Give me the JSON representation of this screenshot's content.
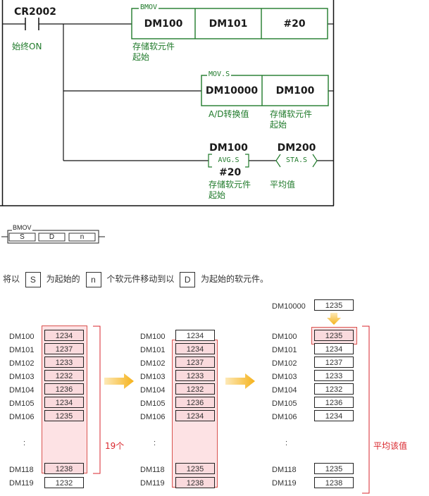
{
  "ladder": {
    "contact": "CR2002",
    "contact_note": "始终ON",
    "bmov": {
      "name": "BMOV",
      "operands": [
        "DM100",
        "DM101",
        "#20"
      ],
      "note_lines": [
        "存储软元件",
        "起始"
      ]
    },
    "movs": {
      "name": "MOV.S",
      "operands": [
        "DM10000",
        "DM100"
      ],
      "note_left": "A/D转换值",
      "note_right_lines": [
        "存储软元件",
        "起始"
      ]
    },
    "avg": {
      "name": "AVG.S",
      "operand": "DM100",
      "count": "#20",
      "note_lines": [
        "存储软元件",
        "起始"
      ]
    },
    "sta": {
      "name": "STA.S",
      "operand": "DM200",
      "note": "平均值"
    }
  },
  "symbol": {
    "name": "BMOV",
    "args": [
      "S",
      "D",
      "n"
    ]
  },
  "description": {
    "t1": "将以",
    "s": "S",
    "t2": "为起始的",
    "n": "n",
    "t3": "个软元件移动到以",
    "d": "D",
    "t4": "为起始的软元件。"
  },
  "panels": {
    "labels": [
      "DM100",
      "DM101",
      "DM102",
      "DM103",
      "DM104",
      "DM105",
      "DM106",
      ":",
      "DM118",
      "DM119"
    ],
    "p1_values": [
      "1234",
      "1237",
      "1233",
      "1232",
      "1236",
      "1234",
      "1235",
      "1238",
      "1232"
    ],
    "p2_values": [
      "1234",
      "1234",
      "1237",
      "1233",
      "1232",
      "1236",
      "1234",
      "1235",
      "1238"
    ],
    "p3_values": [
      "1235",
      "1234",
      "1237",
      "1233",
      "1232",
      "1236",
      "1234",
      "1235",
      "1238"
    ],
    "p3_top_label": "DM10000",
    "p3_top_value": "1235",
    "count_label": "19个",
    "avg_label": "平均该值"
  }
}
